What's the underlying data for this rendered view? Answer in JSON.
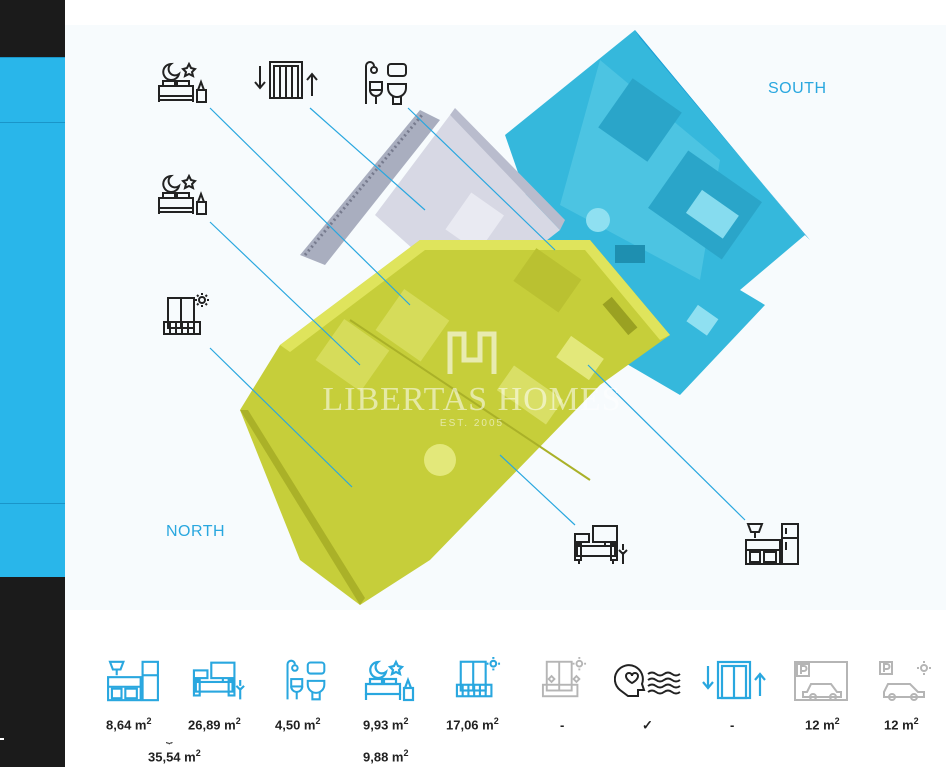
{
  "plan": {
    "compass_south": "SOUTH",
    "compass_north": "NORTH",
    "watermark_brand": "LIBERTAS HOMES",
    "watermark_est": "EST. 2005",
    "accent_color": "#29a7df",
    "north_wing_color": "#c8cf3b",
    "south_wing_color": "#36b9dd",
    "icons": [
      "bedroom-icon",
      "elevator-icon",
      "bathroom-icon",
      "bedroom-icon",
      "balcony-icon",
      "living-room-icon",
      "kitchen-icon"
    ]
  },
  "summary": {
    "items": [
      {
        "icon": "kitchen-icon",
        "value": "8,64 m",
        "sup": "2"
      },
      {
        "icon": "living-room-icon",
        "value": "26,89 m",
        "sup": "2"
      },
      {
        "icon": "bathroom-icon",
        "value": "4,50 m",
        "sup": "2"
      },
      {
        "icon": "bedroom-icon",
        "value": "9,93 m",
        "sup": "2"
      },
      {
        "icon": "balcony-icon",
        "value": "17,06 m",
        "sup": "2"
      },
      {
        "icon": "garden-balcony-icon",
        "value": "-",
        "sup": ""
      },
      {
        "icon": "ventilation-icon",
        "value": "✓",
        "sup": ""
      },
      {
        "icon": "elevator-icon",
        "value": "-",
        "sup": ""
      },
      {
        "icon": "parking-icon",
        "value": "12 m",
        "sup": "2"
      },
      {
        "icon": "outdoor-parking-icon",
        "value": "12 m",
        "sup": "2"
      }
    ],
    "combined_value": "35,54 m",
    "combined_sup": "2",
    "bedroom2_value": "9,88 m",
    "bedroom2_sup": "2"
  }
}
